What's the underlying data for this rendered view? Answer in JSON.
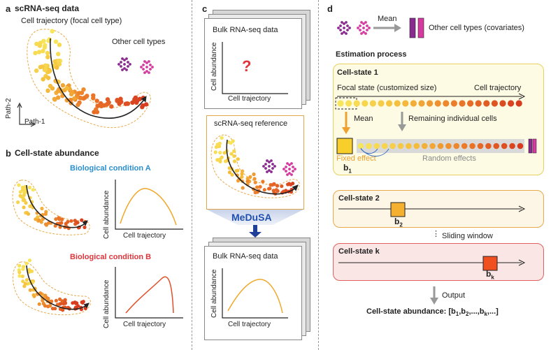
{
  "panel_a": {
    "letter": "a",
    "title": "scRNA-seq data",
    "trajectory_label": "Cell trajectory (focal cell type)",
    "other_cells_label": "Other cell types",
    "axis_y": "Path-2",
    "axis_x": "Path-1"
  },
  "panel_b": {
    "letter": "b",
    "title": "Cell-state abundance",
    "condition_a": "Biological condition A",
    "condition_b": "Biological condition B",
    "ylabel": "Cell abundance",
    "xlabel": "Cell trajectory",
    "colors": {
      "condition_a": "#2a8fd0",
      "condition_b": "#e0343a",
      "curve_a": "#f0a82a",
      "curve_b": "#e0502a"
    }
  },
  "panel_c": {
    "letter": "c",
    "bulk_top_title": "Bulk RNA-seq data",
    "question": "?",
    "ylabel": "Cell abundance",
    "xlabel": "Cell trajectory",
    "reference_title": "scRNA-seq reference",
    "method": "MeDuSA",
    "bulk_bottom_title": "Bulk RNA-seq data"
  },
  "panel_d": {
    "letter": "d",
    "mean_label": "Mean",
    "covariates_label": "Other cell types (covariates)",
    "estimation_title": "Estimation process",
    "state1": {
      "title": "Cell-state 1",
      "focal_label": "Focal state (customized size)",
      "trajectory_label": "Cell trajectory",
      "mean_label": "Mean",
      "remaining_label": "Remaining individual cells",
      "fixed_label": "Fixed effect",
      "random_label": "Random effects",
      "b_label": "b",
      "b_sub": "1"
    },
    "state2": {
      "title": "Cell-state 2",
      "b_label": "b",
      "b_sub": "2"
    },
    "sliding_label": "Sliding window",
    "statek": {
      "title": "Cell-state k",
      "b_label": "b",
      "b_sub": "k"
    },
    "output_label": "Output",
    "result_prefix": "Cell-state abundance: [",
    "result_items": [
      "b",
      "1",
      ",b",
      "2",
      ",...,b",
      "k",
      ",...]"
    ]
  }
}
